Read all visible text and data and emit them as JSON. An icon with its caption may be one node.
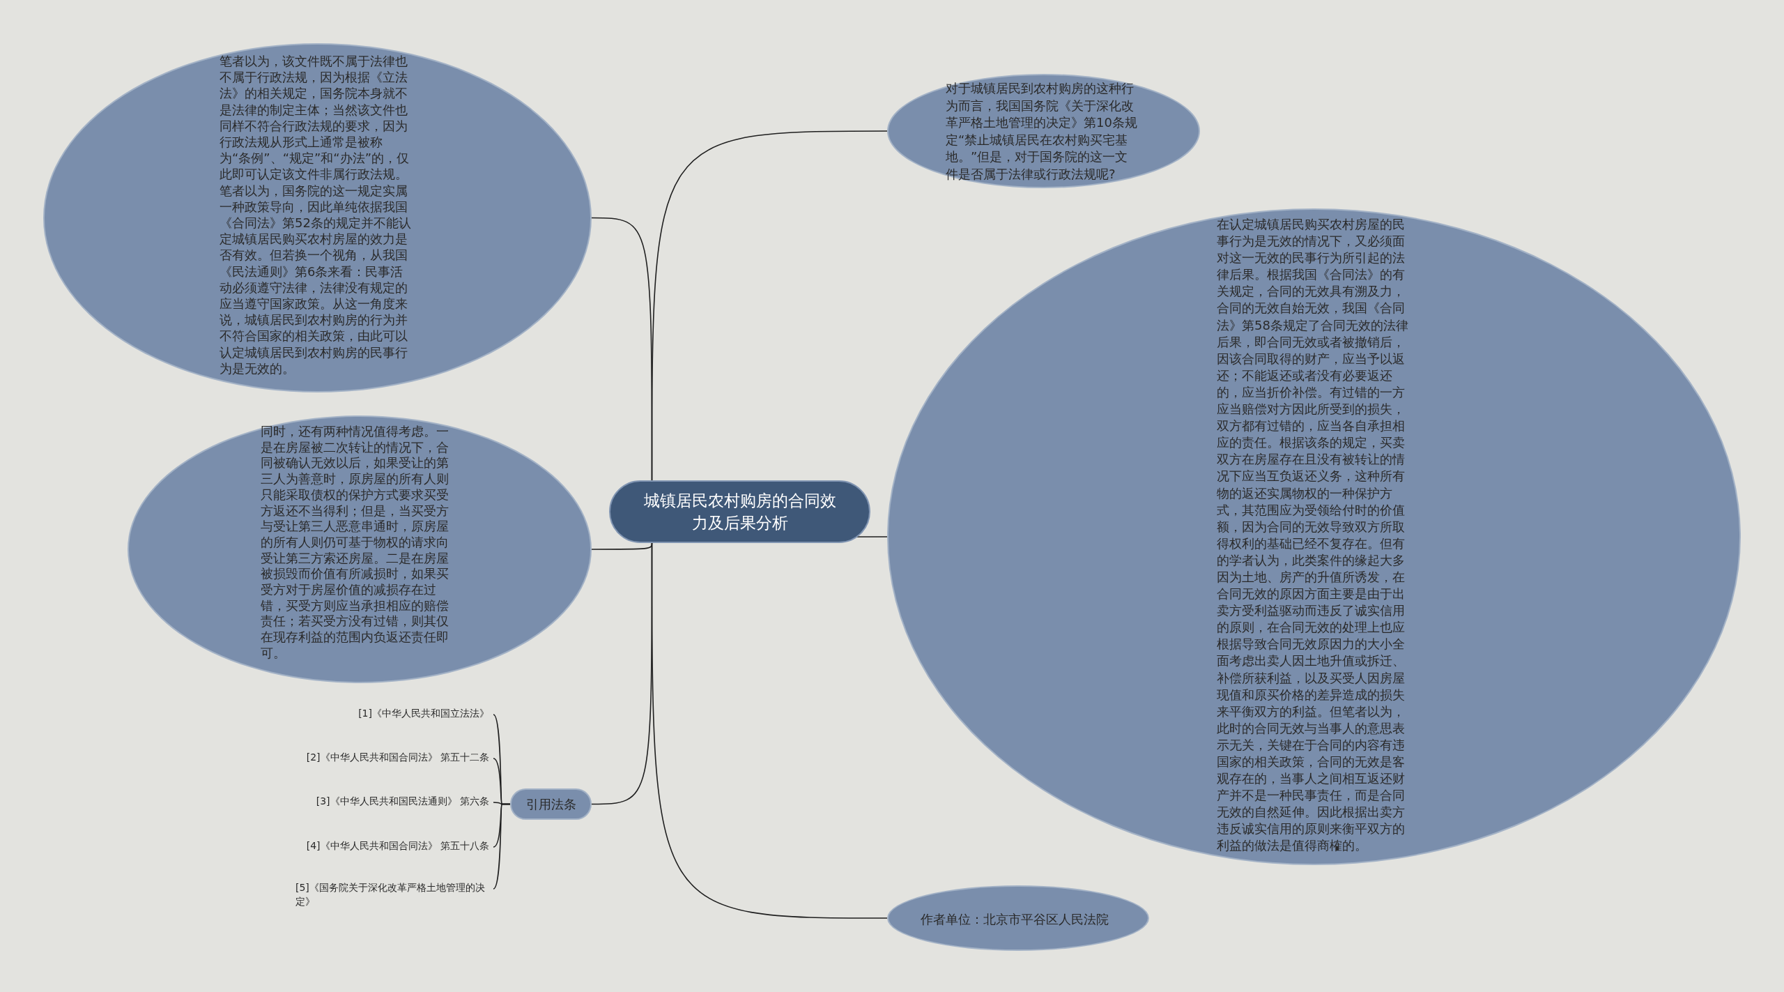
{
  "diagram": {
    "nodes": [
      {
        "text": [
          "城镇居民农村购房的合同效力及后果分析"
        ]
      },
      {
        "text": [
          "笔者以为，该文件既不属于法律也不属于行政法规，因为根据《立法法》的相关规定，国务院本身就不是法律的制定主体；当然该文件也同样不符合行政法规的要求，因为行政法规从形式上通常是被称为“条例”、“规定”和“办法”的，仅此即可认定该文件非属行政法规。笔者以为，国务院的这一规定实属一种政策导向，因此单纯依据我国《合同法》第52条的规定并不能认定城镇居民购买农村房屋的效力是否有效。但若换一个视角，从我国《民法通则》第6条来看：民事活动必须遵守法律，法律没有规定的应当遵守国家政策。从这一角度来说，城镇居民到农村购房的行为并不符合国家的相关政策，由此可以认定城镇居民到农村购房的民事行为是无效的。"
        ]
      },
      {
        "text": [
          "同时，还有两种情况值得考虑。一是在房屋被二次转让的情况下，合同被确认无效以后，如果受让的第三人为善意时，原房屋的所有人则只能采取债权的保护方式要求买受方返还不当得利；但是，当买受方与受让第三人恶意串通时，原房屋的所有人则仍可基于物权的请求向受让第三方索还房屋。二是在房屋被损毁而价值有所减损时，如果买受方对于房屋价值的减损存在过错，买受方则应当承担相应的赔偿责任；若买受方没有过错，则其仅在现存利益的范围内负返还责任即可。"
        ]
      },
      {
        "text": [
          "引用法条"
        ]
      },
      {
        "text": [
          "[1]《中华人民共和国立法法》"
        ]
      },
      {
        "text": [
          "[2]《中华人民共和国合同法》 第五十二条"
        ]
      },
      {
        "text": [
          "[3]《中华人民共和国民法通则》 第六条"
        ]
      },
      {
        "text": [
          "[4]《中华人民共和国合同法》 第五十八条"
        ]
      },
      {
        "text": [
          "[5]《国务院关于深化改革严格土地管理的决定》"
        ]
      },
      {
        "text": [
          "对于城镇居民到农村购房的这种行为而言，我国国务院《关于深化改革严格土地管理的决定》第10条规定“禁止城镇居民在农村购买宅基地。”但是，对于国务院的这一文件是否属于法律或行政法规呢?"
        ]
      },
      {
        "text": [
          "在认定城镇居民购买农村房屋的民事行为是无效的情况下，又必须面对这一无效的民事行为所引起的法律后果。根据我国《合同法》的有关规定，合同的无效具有溯及力，合同的无效自始无效，我国《合同法》第58条规定了合同无效的法律后果，即合同无效或者被撤销后，因该合同取得的财产，应当予以返还；不能返还或者没有必要返还的，应当折价补偿。有过错的一方应当赔偿对方因此所受到的损失，双方都有过错的，应当各自承担相应的责任。根据该条的规定，买卖双方在房屋存在且没有被转让的情况下应当互负返还义务，这种所有物的返还实属物权的一种保护方式，其范围应为受领给付时的价值额，因为合同的无效导致双方所取得权利的基础已经不复存在。但有的学者认为，此类案件的缘起大多因为土地、房产的升值所诱发，在合同无效的原因方面主要是由于出卖方受利益驱动而违反了诚实信用的原则，在合同无效的处理上也应根据导致合同无效原因力的大小全面考虑出卖人因土地升值或拆迁、补偿所获利益，以及买受人因房屋现值和原买价格的差异造成的损失来平衡双方的利益。但笔者以为，此时的合同无效与当事人的意思表示无关，关键在于合同的内容有违国家的相关政策，合同的无效是客观存在的，当事人之间相互返还财产并不是一种民事责任，而是合同无效的自然延伸。因此根据出卖方违反诚实信用的原则来衡平双方的利益的做法是值得商榷的。"
        ]
      },
      {
        "text": [
          "作者单位：北京市平谷区人民法院"
        ]
      }
    ],
    "edges": [
      {
        "from": 0,
        "to": 1,
        "arrow": "none"
      },
      {
        "from": 0,
        "to": 2,
        "arrow": "none"
      },
      {
        "from": 0,
        "to": 3,
        "arrow": "none"
      },
      {
        "from": 3,
        "to": 4,
        "arrow": "none"
      },
      {
        "from": 3,
        "to": 5,
        "arrow": "none"
      },
      {
        "from": 3,
        "to": 6,
        "arrow": "none"
      },
      {
        "from": 3,
        "to": 7,
        "arrow": "none"
      },
      {
        "from": 3,
        "to": 8,
        "arrow": "none"
      },
      {
        "from": 0,
        "to": 9,
        "arrow": "none"
      },
      {
        "from": 0,
        "to": 10,
        "arrow": "none"
      },
      {
        "from": 0,
        "to": 11,
        "arrow": "none"
      }
    ]
  }
}
